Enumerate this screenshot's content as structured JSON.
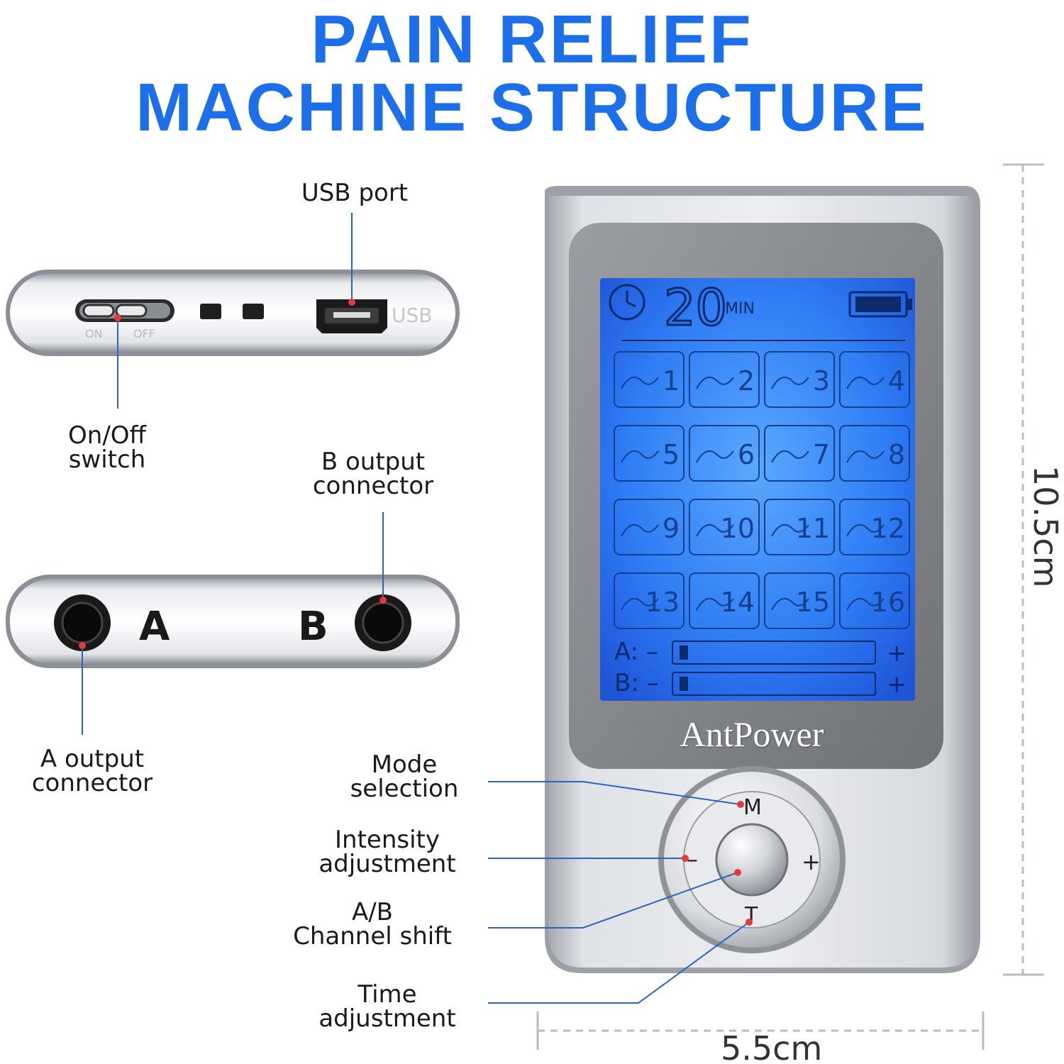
{
  "title": {
    "line1": "PAIN RELIEF",
    "line2": "MACHINE STRUCTURE"
  },
  "colors": {
    "title": "#1c6fe8",
    "leader_line": "#2a63c7",
    "marker_dot": "#e33b3b",
    "lcd": "#2f7cf5",
    "silver": "#cfd2d6"
  },
  "top_view": {
    "switch_on": "ON",
    "switch_off": "OFF",
    "usb_text": "USB",
    "labels": {
      "usb_port": "USB port",
      "onoff_1": "On/Off",
      "onoff_2": "switch"
    }
  },
  "bottom_view": {
    "port_a": "A",
    "port_b": "B",
    "labels": {
      "b_out_1": "B output",
      "b_out_2": "connector",
      "a_out_1": "A output",
      "a_out_2": "connector"
    }
  },
  "device": {
    "brand": "AntPower",
    "lcd": {
      "timer": "20",
      "timer_unit": "MIN",
      "modes": [
        "1",
        "2",
        "3",
        "4",
        "5",
        "6",
        "7",
        "8",
        "9",
        "10",
        "11",
        "12",
        "13",
        "14",
        "15",
        "16"
      ],
      "channel_a": "A: –",
      "channel_b": "B: –",
      "plus": "+"
    },
    "buttons": {
      "mode": "M",
      "time": "T",
      "minus": "–",
      "plus": "+"
    },
    "battery_level": 1.0
  },
  "controls_labels": {
    "mode_1": "Mode",
    "mode_2": "selection",
    "intensity_1": "Intensity",
    "intensity_2": "adjustment",
    "ab_1": "A/B",
    "ab_2": "Channel shift",
    "time_1": "Time",
    "time_2": "adjustment"
  },
  "dimensions": {
    "height": "10.5cm",
    "width": "5.5cm"
  }
}
